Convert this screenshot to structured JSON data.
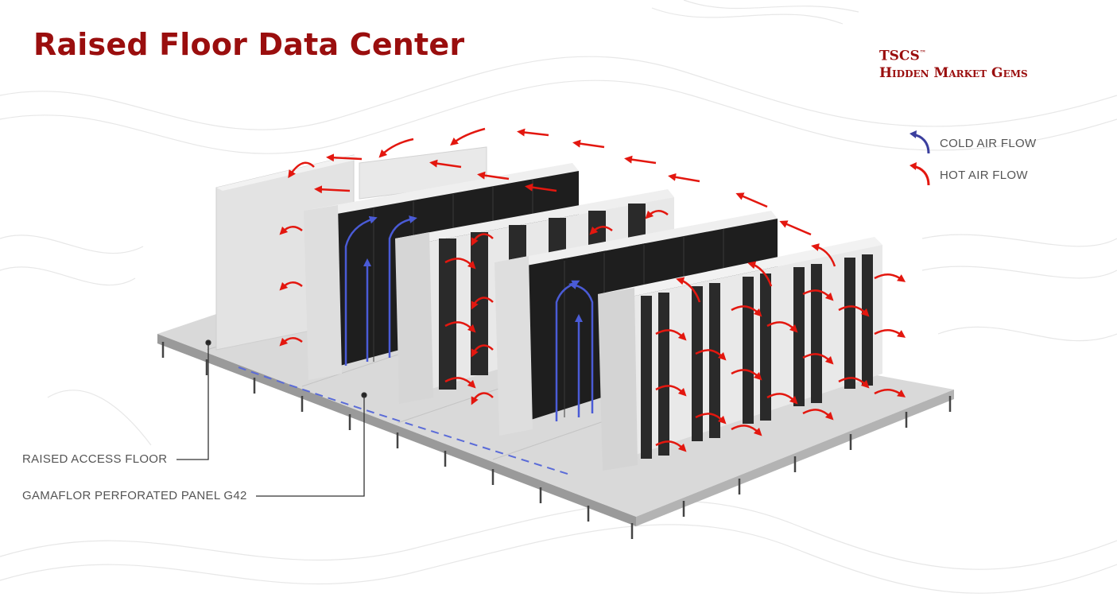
{
  "title": "Raised Floor Data Center",
  "brand": {
    "name": "TSCS",
    "mark": "™",
    "tagline": "Hidden Market Gems"
  },
  "legend": [
    {
      "label": "COLD AIR FLOW",
      "icon": "blue-curved-arrow-icon",
      "color": "#3b3f9e"
    },
    {
      "label": "HOT AIR FLOW",
      "icon": "red-curved-arrow-icon",
      "color": "#e3170f"
    }
  ],
  "callouts": {
    "raised_floor": "RAISED ACCESS FLOOR",
    "perforated_panel": "GAMAFLOR PERFORATED PANEL G42"
  },
  "colors": {
    "title": "#9a0e0e",
    "hot_air": "#e3170f",
    "cold_air": "#3b3f9e",
    "rack_body": "#e6e6e6",
    "rack_front": "#1c1c1c"
  }
}
